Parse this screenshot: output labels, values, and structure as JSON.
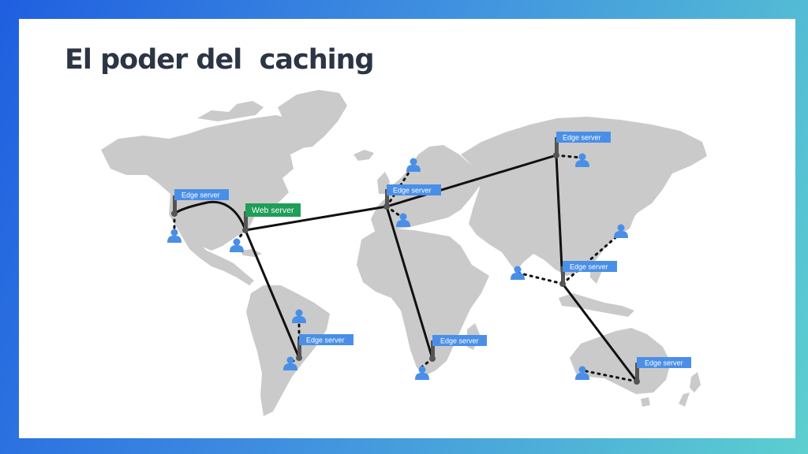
{
  "slide": {
    "title": "El poder del  caching"
  },
  "diagram": {
    "web_server": {
      "label": "Web server",
      "color": "#1e9e57"
    },
    "edge_label_color": "#4a8fe7",
    "user_icon_color": "#4a8fe7",
    "edge_servers": [
      {
        "label": "Edge server"
      },
      {
        "label": "Edge server"
      },
      {
        "label": "Edge server"
      },
      {
        "label": "Edge server"
      },
      {
        "label": "Edge server"
      },
      {
        "label": "Edge server"
      },
      {
        "label": "Edge server"
      }
    ]
  }
}
